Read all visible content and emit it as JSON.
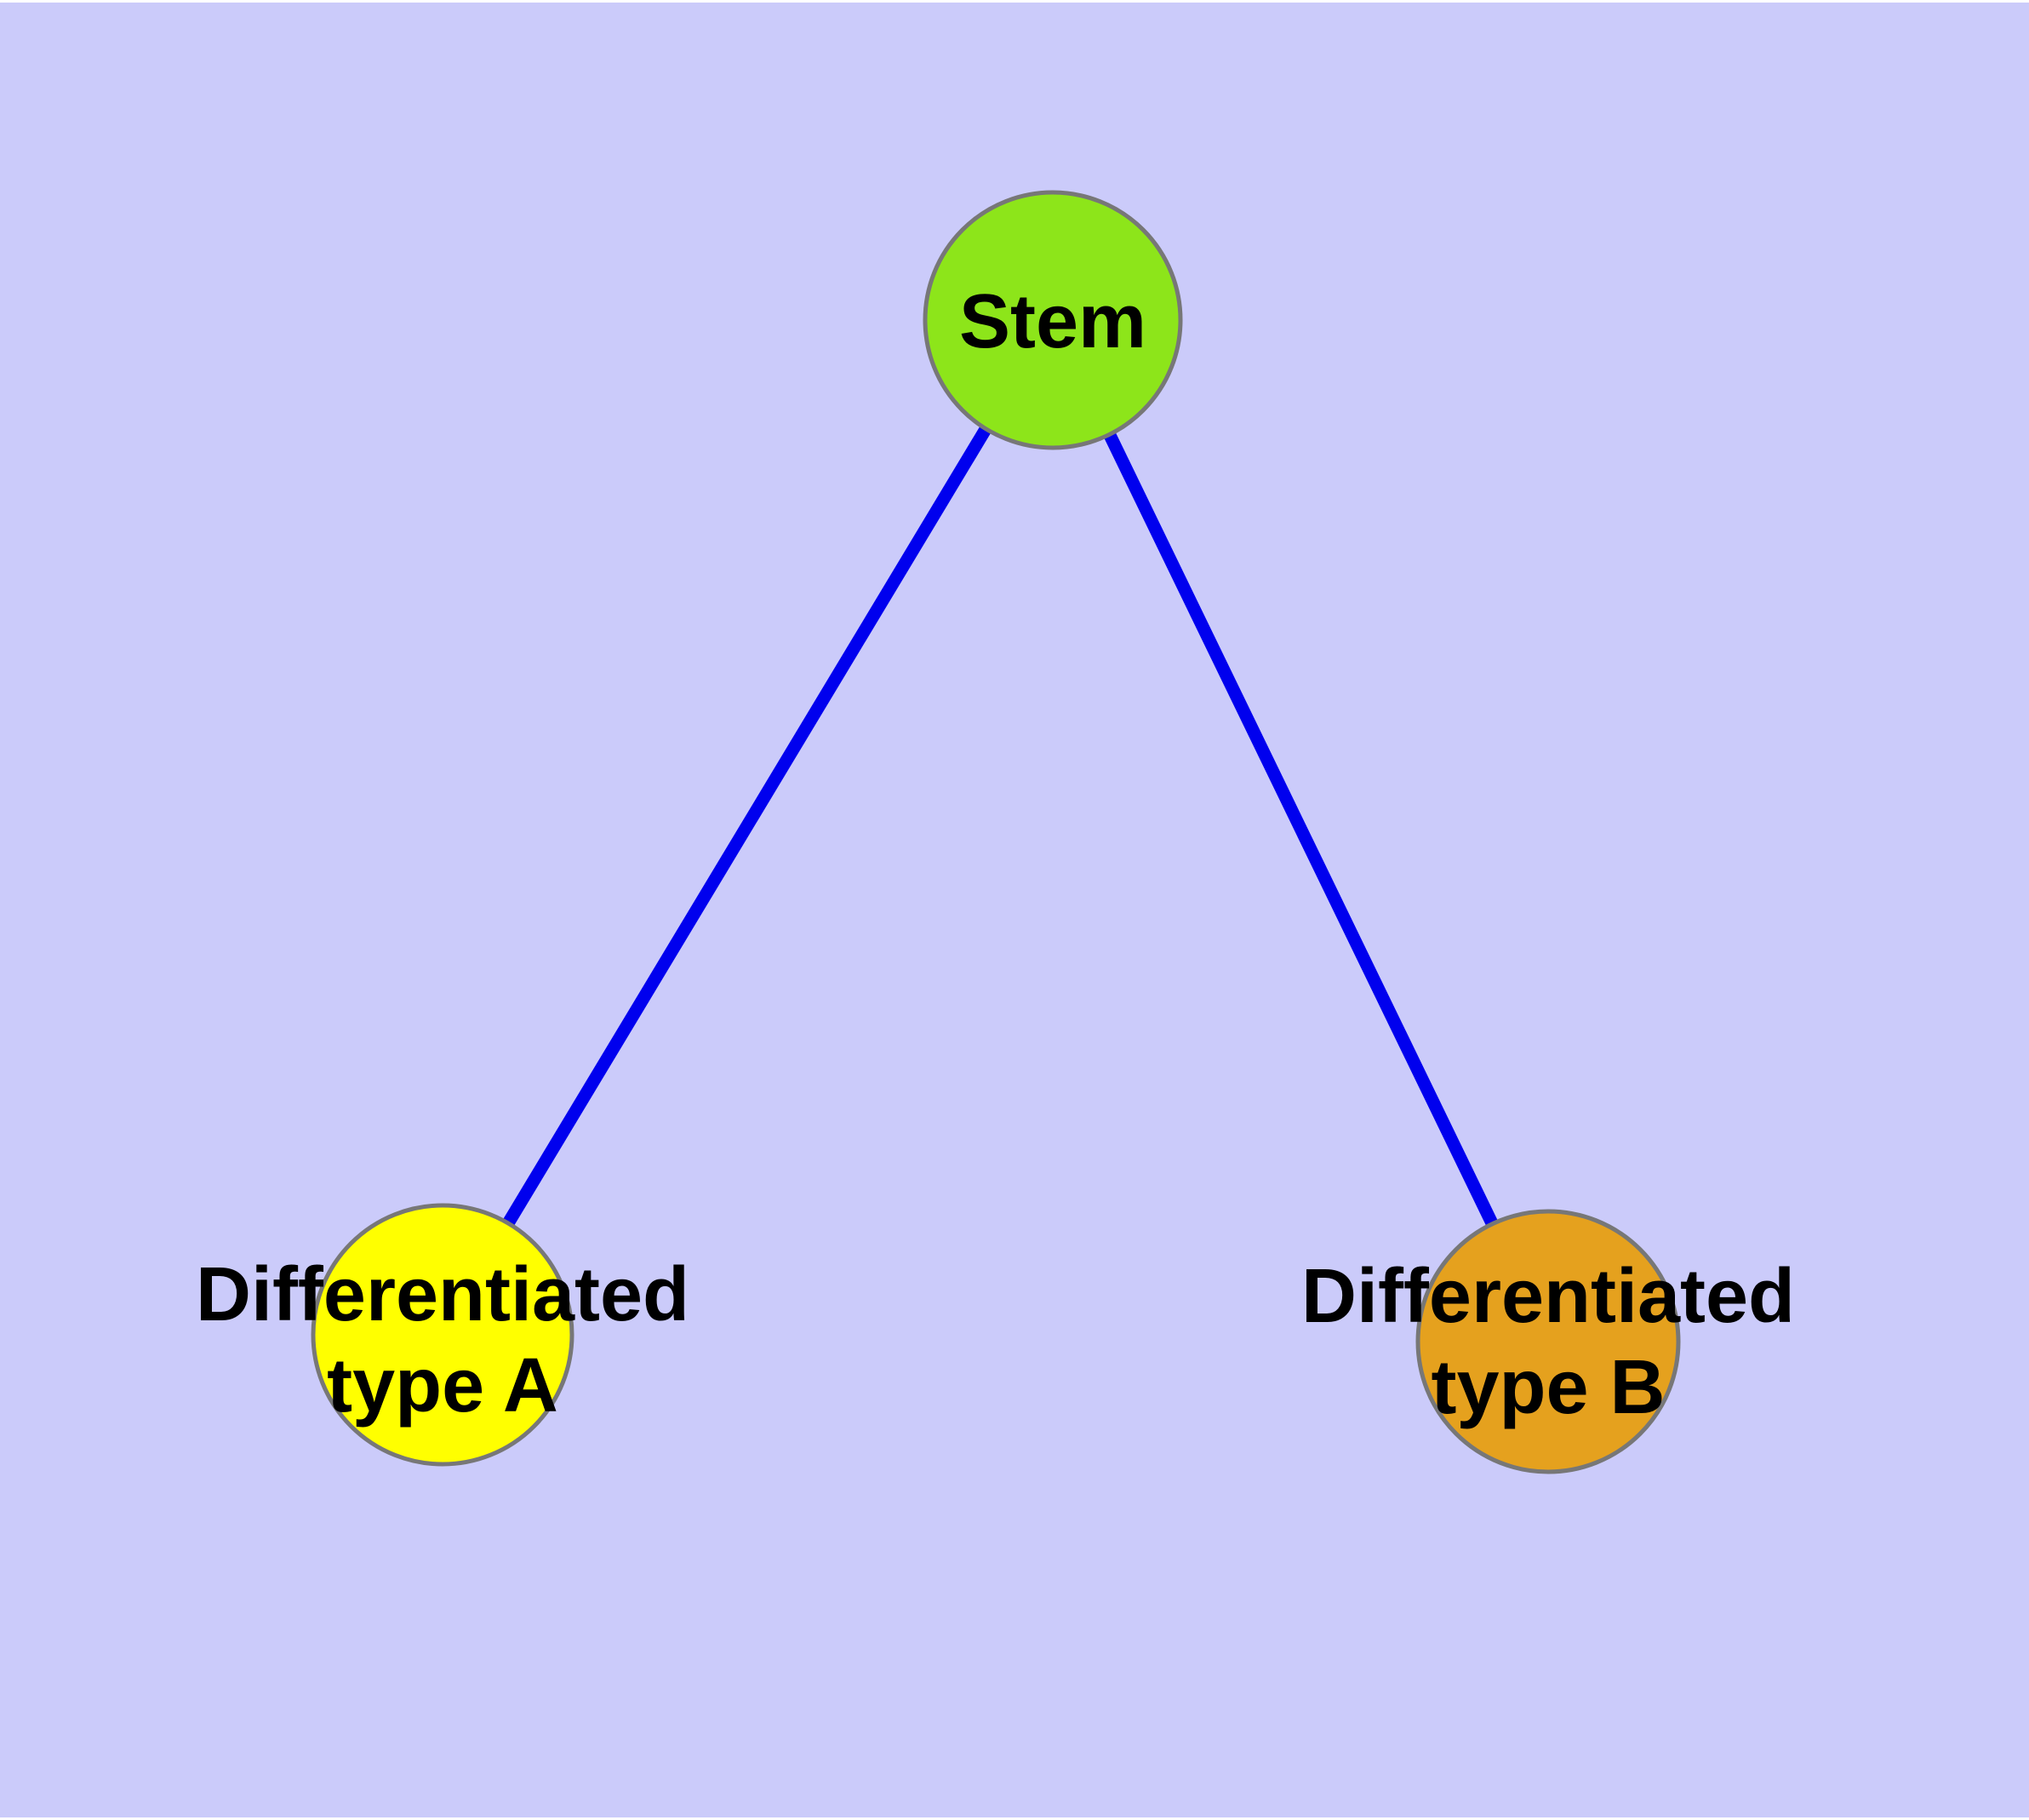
{
  "diagram": {
    "background_color": "#CBCBFA",
    "edge_color": "#0000EE",
    "node_outline_color": "#777777",
    "label_color": "#000000",
    "nodes": {
      "stem": {
        "label": "Stem",
        "fill": "#8DE51A"
      },
      "type_a": {
        "label_line1": "Differentiated",
        "label_line2": "type A",
        "fill": "#FFFF00"
      },
      "type_b": {
        "label_line1": "Differentiated",
        "label_line2": "type B",
        "fill": "#E5A11E"
      }
    },
    "edges": [
      {
        "from": "Stem",
        "to": "Differentiated type A"
      },
      {
        "from": "Stem",
        "to": "Differentiated type B"
      }
    ]
  }
}
